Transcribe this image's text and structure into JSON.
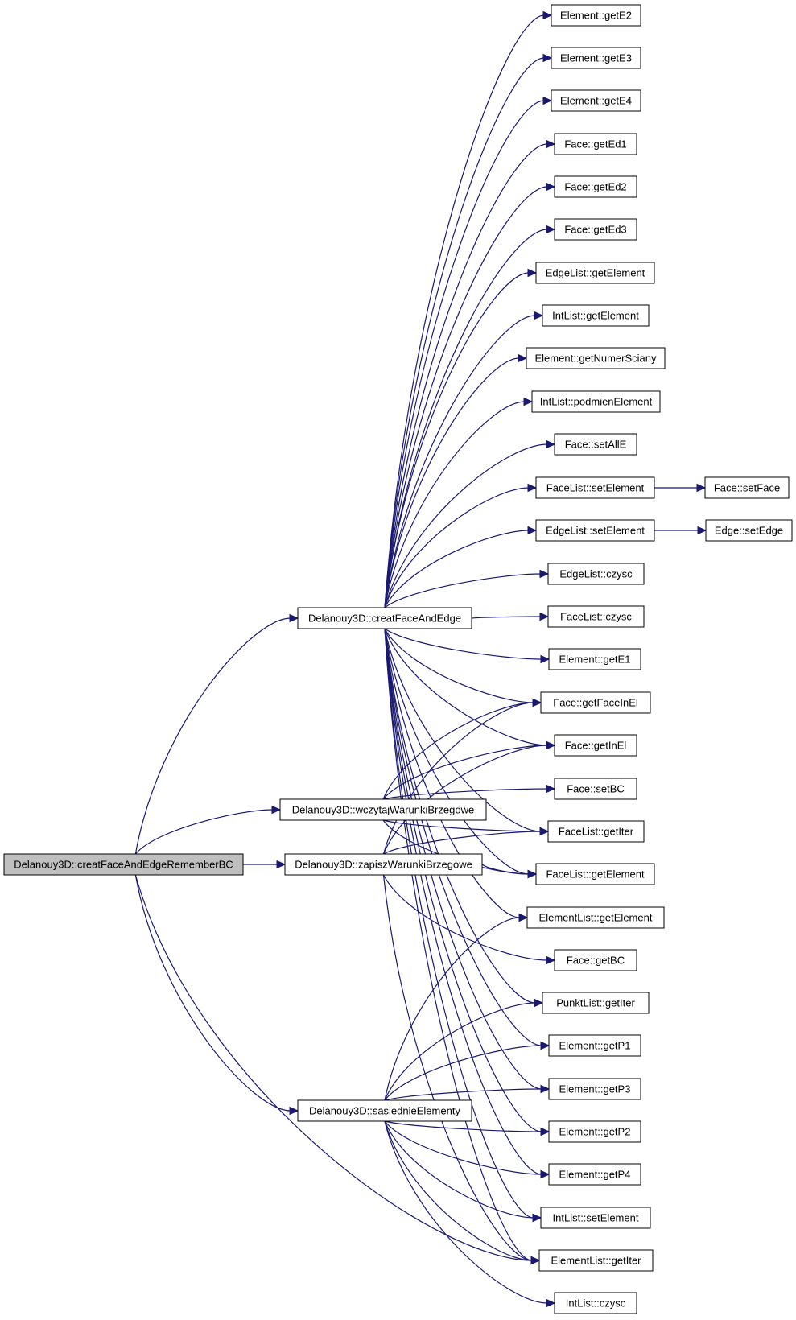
{
  "graph": {
    "edge_color": "#191970",
    "root_fill": "#bfbfbf",
    "nodes": [
      {
        "id": "root",
        "label": "Delanouy3D::creatFaceAndEdgeRememberBC"
      },
      {
        "id": "cfe",
        "label": "Delanouy3D::creatFaceAndEdge"
      },
      {
        "id": "wwb",
        "label": "Delanouy3D::wczytajWarunkiBrzegowe"
      },
      {
        "id": "zwb",
        "label": "Delanouy3D::zapiszWarunkiBrzegowe"
      },
      {
        "id": "sas",
        "label": "Delanouy3D::sasiednieElementy"
      },
      {
        "id": "getE2",
        "label": "Element::getE2"
      },
      {
        "id": "getE3",
        "label": "Element::getE3"
      },
      {
        "id": "getE4",
        "label": "Element::getE4"
      },
      {
        "id": "getEd1",
        "label": "Face::getEd1"
      },
      {
        "id": "getEd2",
        "label": "Face::getEd2"
      },
      {
        "id": "getEd3",
        "label": "Face::getEd3"
      },
      {
        "id": "elGetEl",
        "label": "EdgeList::getElement"
      },
      {
        "id": "ilGetEl",
        "label": "IntList::getElement"
      },
      {
        "id": "getNS",
        "label": "Element::getNumerSciany"
      },
      {
        "id": "ilPodm",
        "label": "IntList::podmienElement"
      },
      {
        "id": "setAllE",
        "label": "Face::setAllE"
      },
      {
        "id": "flSetEl",
        "label": "FaceList::setElement"
      },
      {
        "id": "setFace",
        "label": "Face::setFace"
      },
      {
        "id": "elSetEl",
        "label": "EdgeList::setElement"
      },
      {
        "id": "setEdge",
        "label": "Edge::setEdge"
      },
      {
        "id": "elCzysc",
        "label": "EdgeList::czysc"
      },
      {
        "id": "flCzysc",
        "label": "FaceList::czysc"
      },
      {
        "id": "getE1",
        "label": "Element::getE1"
      },
      {
        "id": "getFIE",
        "label": "Face::getFaceInEl"
      },
      {
        "id": "getInEl",
        "label": "Face::getInEl"
      },
      {
        "id": "setBC",
        "label": "Face::setBC"
      },
      {
        "id": "flGetIter",
        "label": "FaceList::getIter"
      },
      {
        "id": "flGetEl",
        "label": "FaceList::getElement"
      },
      {
        "id": "emGetEl",
        "label": "ElementList::getElement"
      },
      {
        "id": "getBC",
        "label": "Face::getBC"
      },
      {
        "id": "plGetIter",
        "label": "PunktList::getIter"
      },
      {
        "id": "getP1",
        "label": "Element::getP1"
      },
      {
        "id": "getP3",
        "label": "Element::getP3"
      },
      {
        "id": "getP2",
        "label": "Element::getP2"
      },
      {
        "id": "getP4",
        "label": "Element::getP4"
      },
      {
        "id": "ilSetEl",
        "label": "IntList::setElement"
      },
      {
        "id": "emGetIter",
        "label": "ElementList::getIter"
      },
      {
        "id": "ilCzysc",
        "label": "IntList::czysc"
      }
    ],
    "edges": [
      [
        "root",
        "cfe"
      ],
      [
        "root",
        "wwb"
      ],
      [
        "root",
        "zwb"
      ],
      [
        "root",
        "sas"
      ],
      [
        "root",
        "emGetIter"
      ],
      [
        "cfe",
        "getE2"
      ],
      [
        "cfe",
        "getE3"
      ],
      [
        "cfe",
        "getE4"
      ],
      [
        "cfe",
        "getEd1"
      ],
      [
        "cfe",
        "getEd2"
      ],
      [
        "cfe",
        "getEd3"
      ],
      [
        "cfe",
        "elGetEl"
      ],
      [
        "cfe",
        "ilGetEl"
      ],
      [
        "cfe",
        "getNS"
      ],
      [
        "cfe",
        "ilPodm"
      ],
      [
        "cfe",
        "setAllE"
      ],
      [
        "cfe",
        "flSetEl"
      ],
      [
        "cfe",
        "elSetEl"
      ],
      [
        "cfe",
        "elCzysc"
      ],
      [
        "cfe",
        "flCzysc"
      ],
      [
        "cfe",
        "getE1"
      ],
      [
        "cfe",
        "getFIE"
      ],
      [
        "cfe",
        "getInEl"
      ],
      [
        "cfe",
        "flGetIter"
      ],
      [
        "cfe",
        "flGetEl"
      ],
      [
        "cfe",
        "emGetEl"
      ],
      [
        "cfe",
        "plGetIter"
      ],
      [
        "cfe",
        "getP1"
      ],
      [
        "cfe",
        "getP3"
      ],
      [
        "cfe",
        "getP2"
      ],
      [
        "cfe",
        "getP4"
      ],
      [
        "cfe",
        "ilSetEl"
      ],
      [
        "cfe",
        "emGetIter"
      ],
      [
        "flSetEl",
        "setFace"
      ],
      [
        "elSetEl",
        "setEdge"
      ],
      [
        "wwb",
        "getFIE"
      ],
      [
        "wwb",
        "getInEl"
      ],
      [
        "wwb",
        "setBC"
      ],
      [
        "wwb",
        "flGetIter"
      ],
      [
        "wwb",
        "flGetEl"
      ],
      [
        "zwb",
        "getFIE"
      ],
      [
        "zwb",
        "getInEl"
      ],
      [
        "zwb",
        "flGetIter"
      ],
      [
        "zwb",
        "flGetEl"
      ],
      [
        "zwb",
        "getBC"
      ],
      [
        "zwb",
        "emGetIter"
      ],
      [
        "sas",
        "emGetEl"
      ],
      [
        "sas",
        "plGetIter"
      ],
      [
        "sas",
        "getP1"
      ],
      [
        "sas",
        "getP3"
      ],
      [
        "sas",
        "getP2"
      ],
      [
        "sas",
        "getP4"
      ],
      [
        "sas",
        "ilSetEl"
      ],
      [
        "sas",
        "emGetIter"
      ],
      [
        "sas",
        "ilCzysc"
      ]
    ]
  }
}
